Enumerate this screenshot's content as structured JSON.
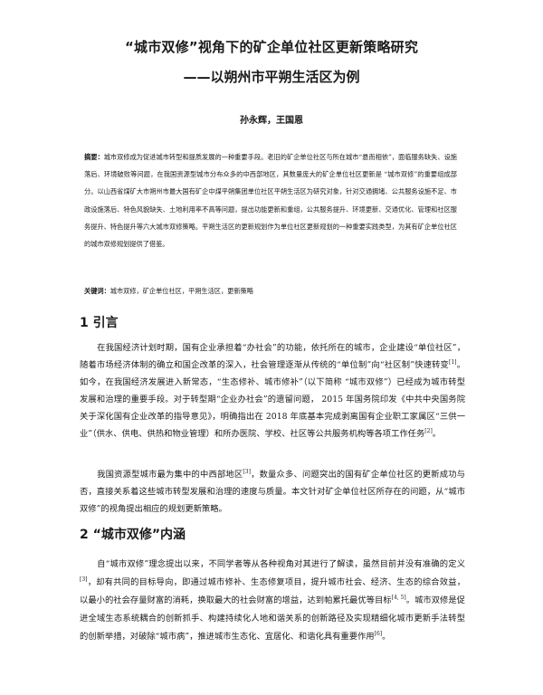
{
  "paper": {
    "title_line1": "“城市双修”视角下的矿企单位社区更新策略研究",
    "title_line2": "——以朔州市平朔生活区为例",
    "authors": "孙永辉，王国恩",
    "abstract_label": "摘要：",
    "abstract_text": "城市双修成为促进城市转型和提质发展的一种重要手段。老旧的矿企单位社区与所在城市“悬而相依”，面临服务缺失、设施落后、环境破败等问题，在我国资源型城市分布众多的中西部地区，其数量庞大的矿企单位社区更新是 “城市双修”的重要组成部分。以山西省煤矿大市朔州市最大国有矿企中煤平朔集团单位社区平朔生活区为研究对象，针对交通拥堵、公共服务设施不足、市政设施落后、特色风貌缺失、土地利用率不高等问题，提出功能更新和重组，公共服务提升、环境更新、交通优化、管理和社区服务提升、特色提升等六大城市双修策略。平朔生活区的更新规划作为单位社区更新规划的一种重要实践类型，为其有矿企单位社区的城市双修规划提供了借鉴。",
    "keywords_label": "关键词：",
    "keywords_text": "城市双修，矿企单位社区，平朔生活区，更新策略",
    "section1_heading": "1  引言",
    "s1p1_a": "在我国经济计划时期，国有企业承担着“办社会”的功能，依托所在的城市，企业建设“单位社区”，随着市场经济体制的确立和国企改革的深入，社会管理逐渐从传统的“单位制”向“社区制”快速转变",
    "s1p1_ref1": "[1]",
    "s1p1_b": "。如今，在我国经济发展进入新常态，“生态修补、城市修补”（以下简称 “城市双修”）已经成为城市转型发展和治理的重要手段。对于转型期“企业办社会”的遗留问题， 2015 年国务院印发《中共中央国务院关于深化国有企业改革的指导意见》，明确指出在 2018 年底基本完成剥离国有企业职工家属区“三供一业”（供水、供电、供热和物业管理）和所办医院、学校、社区等公共服务机构等各项工作任务",
    "s1p1_ref2": "[2]",
    "s1p1_c": "。",
    "s1p2_a": "我国资源型城市最为集中的中西部地区",
    "s1p2_ref": "[3]",
    "s1p2_b": "，数量众多、问题突出的国有矿企单位社区的更新成功与否，直接关系着这些城市转型发展和治理的速度与质量。本文针对矿企单位社区所存在的问题，从“城市双修”的视角提出相应的规划更新策略。",
    "section2_heading": "2 “城市双修”内涵",
    "s2p1_a": "自“城市双修”理念提出以来，不同学者等从各种视角对其进行了解读，虽然目前并没有准确的定义",
    "s2p1_ref1": "[3]",
    "s2p1_b": "，却有共同的目标导向，即通过城市修补、生态修复项目，提升城市社会、经济、生态的综合效益，以最小的社会存量财富的消耗，换取最大的社会财富的增益，达到帕累托最优等目标",
    "s2p1_ref2": "[4, 5]",
    "s2p1_c": "。城市双修是促进全域生态系统耦合的创新抓手、构建持续化人地和谐关系的创新路径及实现精细化城市更新手法转型的创新举措，对破除“城市病”，推进城市生态化、宜居化、和谐化具有重要作用",
    "s2p1_ref3": "[6]",
    "s2p1_d": "。"
  }
}
